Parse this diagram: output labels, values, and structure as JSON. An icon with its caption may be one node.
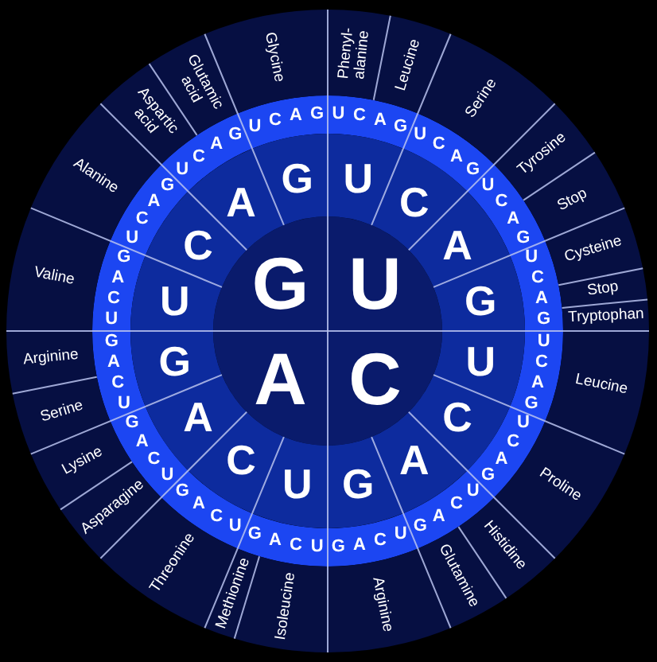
{
  "diagram": {
    "nodes": [
      {
        "text": [
          "U"
        ]
      },
      {
        "text": [
          "C"
        ]
      },
      {
        "text": [
          "A"
        ]
      },
      {
        "text": [
          "G"
        ]
      },
      {
        "text": [
          "U"
        ]
      },
      {
        "text": [
          "C"
        ]
      },
      {
        "text": [
          "A"
        ]
      },
      {
        "text": [
          "G"
        ]
      },
      {
        "text": [
          "U"
        ]
      },
      {
        "text": [
          "C"
        ]
      },
      {
        "text": [
          "A"
        ]
      },
      {
        "text": [
          "G"
        ]
      },
      {
        "text": [
          "U"
        ]
      },
      {
        "text": [
          "C"
        ]
      },
      {
        "text": [
          "A"
        ]
      },
      {
        "text": [
          "G"
        ]
      },
      {
        "text": [
          "U"
        ]
      },
      {
        "text": [
          "C"
        ]
      },
      {
        "text": [
          "A"
        ]
      },
      {
        "text": [
          "G"
        ]
      },
      {
        "text": [
          "Phenyl- alanine"
        ]
      },
      {
        "text": [
          "Leucine"
        ]
      },
      {
        "text": [
          "Serine"
        ]
      },
      {
        "text": [
          "Tyrosine"
        ]
      },
      {
        "text": [
          "Stop"
        ]
      },
      {
        "text": [
          "Cysteine"
        ]
      },
      {
        "text": [
          "Stop"
        ]
      },
      {
        "text": [
          "Tryptophan"
        ]
      },
      {
        "text": [
          "Leucine"
        ]
      },
      {
        "text": [
          "Proline"
        ]
      },
      {
        "text": [
          "Histidine"
        ]
      },
      {
        "text": [
          "Glutamine"
        ]
      },
      {
        "text": [
          "Arginine"
        ]
      },
      {
        "text": [
          "Isoleucine"
        ]
      },
      {
        "text": [
          "Methionine"
        ]
      },
      {
        "text": [
          "Threonine"
        ]
      },
      {
        "text": [
          "Asparagine"
        ]
      },
      {
        "text": [
          "Lysine"
        ]
      },
      {
        "text": [
          "Serine"
        ]
      },
      {
        "text": [
          "Arginine"
        ]
      },
      {
        "text": [
          "Valine"
        ]
      },
      {
        "text": [
          "Alanine"
        ]
      },
      {
        "text": [
          "Aspartic acid"
        ]
      },
      {
        "text": [
          "Glutamic acid"
        ]
      },
      {
        "text": [
          "Glycine"
        ]
      }
    ],
    "labels": [
      "U",
      "C",
      "A",
      "G",
      "U",
      "C",
      "A",
      "G",
      "U",
      "C",
      "A",
      "G",
      "U",
      "C",
      "A",
      "G",
      "U",
      "C",
      "A",
      "G",
      "U",
      "C",
      "A",
      "G",
      "U",
      "C",
      "A",
      "G",
      "U",
      "C",
      "A",
      "G",
      "U",
      "C",
      "A",
      "G",
      "U",
      "C",
      "A",
      "G",
      "U",
      "C",
      "A",
      "G",
      "U",
      "C",
      "A",
      "G",
      "U",
      "C",
      "A",
      "G",
      "U",
      "C",
      "A",
      "G",
      "U",
      "C",
      "A",
      "G",
      "U",
      "C",
      "A",
      "G"
    ]
  }
}
